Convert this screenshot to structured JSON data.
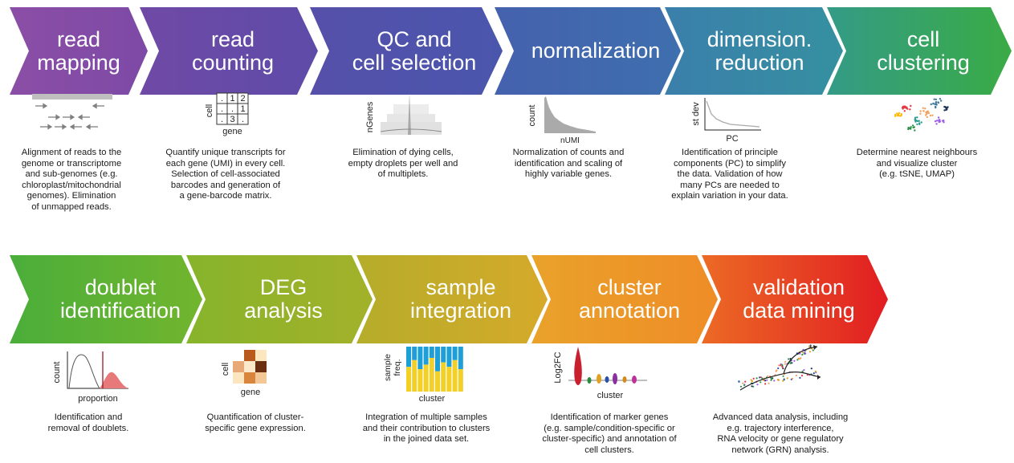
{
  "steps_row1": [
    {
      "line1": "read",
      "line2": "mapping",
      "color_a": "#8b4ea6",
      "color_b": "#7d4aa6",
      "desc": [
        "Alignment of reads to the",
        "genome or transcriptome",
        "and sub-genomes (e.g.",
        "chloroplast/mitochondrial",
        "genomes). Elimination",
        "of unmapped reads."
      ]
    },
    {
      "line1": "read",
      "line2": "counting",
      "color_a": "#6f4aa6",
      "color_b": "#5e4ba8",
      "desc": [
        "Quantify unique transcripts for",
        "each gene (UMI) in every cell.",
        "Selection of cell-associated",
        "barcodes and generation of",
        "a gene-barcode matrix."
      ]
    },
    {
      "line1": "QC and",
      "line2": "cell selection",
      "color_a": "#5650aa",
      "color_b": "#4a56ac",
      "desc": [
        "Elimination of dying cells,",
        "empty droplets per well and",
        "of multiplets."
      ]
    },
    {
      "line1": "normalization",
      "line2": "",
      "color_a": "#4561ae",
      "color_b": "#3e6fae",
      "desc": [
        "Normalization of counts and",
        "identification and scaling of",
        "highly variable genes."
      ]
    },
    {
      "line1": "dimension.",
      "line2": "reduction",
      "color_a": "#3a7fab",
      "color_b": "#3690a0",
      "desc": [
        "Identification of principle",
        "components (PC) to simplify",
        "the data.  Validation of how",
        "many PCs are needed to",
        "explain variation in your data."
      ]
    },
    {
      "line1": "cell",
      "line2": "clustering",
      "color_a": "#349b86",
      "color_b": "#3aab45",
      "desc": [
        "Determine nearest neighbours",
        "and visualize cluster",
        "(e.g. tSNE, UMAP)"
      ]
    }
  ],
  "steps_row2": [
    {
      "line1": "doublet",
      "line2": "identification",
      "color_a": "#4aae3a",
      "color_b": "#72b52e",
      "desc": [
        "Identification and",
        "removal of doublets."
      ]
    },
    {
      "line1": "DEG",
      "line2": "analysis",
      "color_a": "#86b42b",
      "color_b": "#a3b12a",
      "desc": [
        "Quantification of cluster-",
        "specific gene expression."
      ]
    },
    {
      "line1": "sample",
      "line2": "integration",
      "color_a": "#b5ad2a",
      "color_b": "#d6a92a",
      "desc": [
        "Integration of multiple samples",
        "and their contribution to clusters",
        "in the joined data set."
      ]
    },
    {
      "line1": "cluster",
      "line2": "annotation",
      "color_a": "#e9a22a",
      "color_b": "#ef8c27",
      "desc": [
        "Identification of marker genes",
        "(e.g. sample/condition-specific or",
        "cluster-specific) and annotation of",
        "cell clusters."
      ]
    },
    {
      "line1": "validation",
      "line2": "data mining",
      "color_a": "#ec6a25",
      "color_b": "#e11d22",
      "desc": [
        "Advanced data analysis, including",
        "e.g. trajectory interference,",
        "RNA velocity or gene regulatory",
        "network (GRN) analysis."
      ]
    }
  ],
  "icons": {
    "count_matrix": {
      "row_label": "cell",
      "col_label": "gene",
      "cells": [
        ".",
        "1",
        "2",
        ".",
        ".",
        "1",
        ".",
        "3",
        "."
      ]
    },
    "qc_plot": {
      "ylabel": "nGenes"
    },
    "norm_plot": {
      "ylabel": "count",
      "xlabel": "nUMI"
    },
    "pca_plot": {
      "ylabel": "st dev",
      "xlabel": "PC"
    },
    "doublet_plot": {
      "ylabel": "count",
      "xlabel": "proportion"
    },
    "heatmap": {
      "ylabel": "cell",
      "xlabel": "gene"
    },
    "integration_plot": {
      "ylabel1": "sample",
      "ylabel2": "freq.",
      "xlabel": "cluster"
    },
    "annotation_plot": {
      "ylabel": "Log2FC",
      "xlabel": "cluster"
    }
  }
}
